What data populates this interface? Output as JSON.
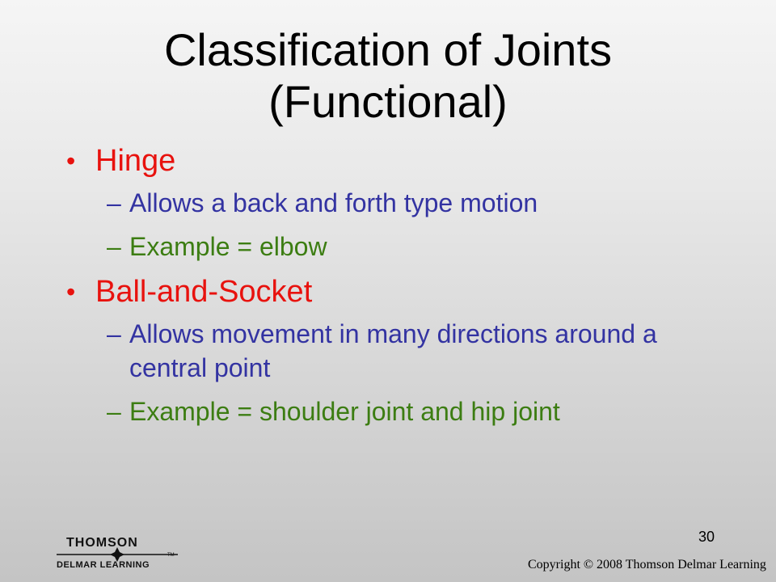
{
  "slide": {
    "title_lines": [
      "Classification of Joints",
      "(Functional)"
    ],
    "bullets": [
      {
        "label": "Hinge",
        "subs": [
          {
            "text": "Allows a back and forth type motion",
            "kind": "description"
          },
          {
            "text": "Example = elbow",
            "kind": "example"
          }
        ]
      },
      {
        "label": "Ball-and-Socket",
        "subs": [
          {
            "text": "Allows movement in many directions around a central point",
            "kind": "description"
          },
          {
            "text": "Example = shoulder joint and hip joint",
            "kind": "example"
          }
        ]
      }
    ],
    "bullet_marker": "•",
    "sub_marker": "–",
    "page_number": "30"
  },
  "footer": {
    "logo_top": "THOMSON",
    "logo_bottom": "DELMAR LEARNING",
    "logo_tm": "TM",
    "copyright": "Copyright © 2008 Thomson Delmar Learning"
  },
  "colors": {
    "bullet": "#e8120e",
    "description": "#3333a2",
    "example": "#3c7d12",
    "title": "#000000"
  }
}
